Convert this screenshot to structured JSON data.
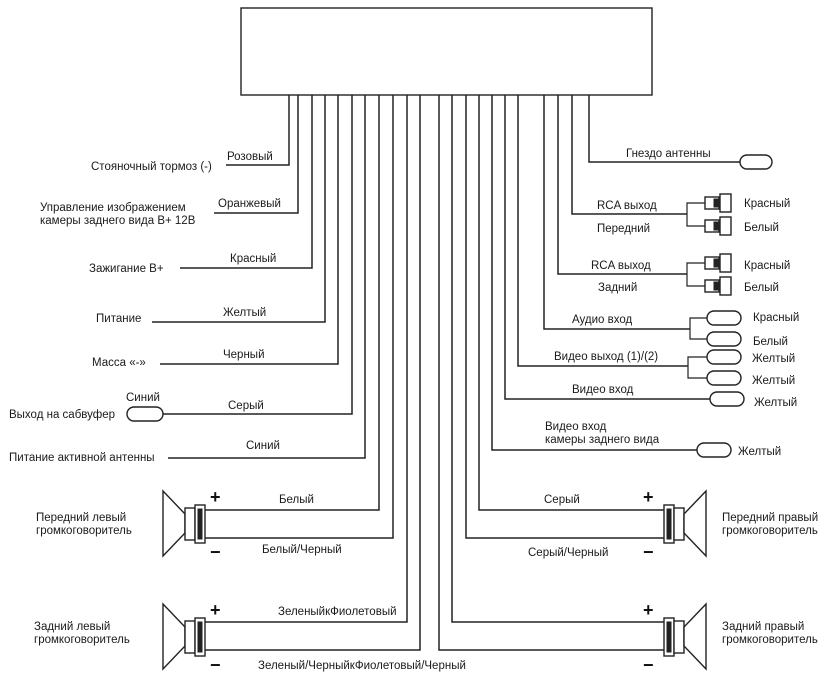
{
  "left_connections": [
    {
      "label": "Стояночный тормоз (-)",
      "color": "Розовый"
    },
    {
      "label_line1": "Управление изображением",
      "label_line2": "камеры заднего вида B+ 12В",
      "color": "Оранжевый"
    },
    {
      "label": "Зажигание B+",
      "color": "Красный"
    },
    {
      "label": "Питание",
      "color": "Желтый"
    },
    {
      "label": "Масса «-»",
      "color": "Черный"
    },
    {
      "label": "Выход на сабвуфер",
      "plug_color": "Синий",
      "color": "Серый"
    },
    {
      "label": "Питание активной антенны",
      "color": "Синий"
    }
  ],
  "right_connections": {
    "antenna": {
      "label": "Гнездо антенны"
    },
    "rca_front": {
      "label": "RCA выход",
      "sub": "Передний",
      "left": "Красный",
      "right": "Белый"
    },
    "rca_rear": {
      "label": "RCA выход",
      "sub": "Задний",
      "left": "Красный",
      "right": "Белый"
    },
    "audio_in": {
      "label": "Аудио вход",
      "left": "Красный",
      "right": "Белый"
    },
    "video_out": {
      "label": "Видео выход (1)/(2)",
      "c1": "Желтый",
      "c2": "Желтый"
    },
    "video_in": {
      "label": "Видео вход",
      "color": "Желтый"
    },
    "camera_in": {
      "label_line1": "Видео вход",
      "label_line2": "камеры заднего вида",
      "color": "Желтый"
    }
  },
  "speakers": {
    "front_left": {
      "name_line1": "Передний левый",
      "name_line2": "громкоговоритель",
      "plus": "Белый",
      "minus": "Белый/Черный"
    },
    "front_right": {
      "name_line1": "Передний правый",
      "name_line2": "громкоговоритель",
      "plus": "Серый",
      "minus": "Серый/Черный"
    },
    "rear_left": {
      "name_line1": "Задний левый",
      "name_line2": "громкоговоритель"
    },
    "rear_right": {
      "name_line1": "Задний правый",
      "name_line2": "громкоговоритель"
    },
    "rear_plus_label": "ЗеленыйкФиолетовый",
    "rear_minus_label": "Зеленый/ЧерныйкФиолетовый/Черный",
    "plus_sign": "+",
    "minus_sign": "−"
  }
}
